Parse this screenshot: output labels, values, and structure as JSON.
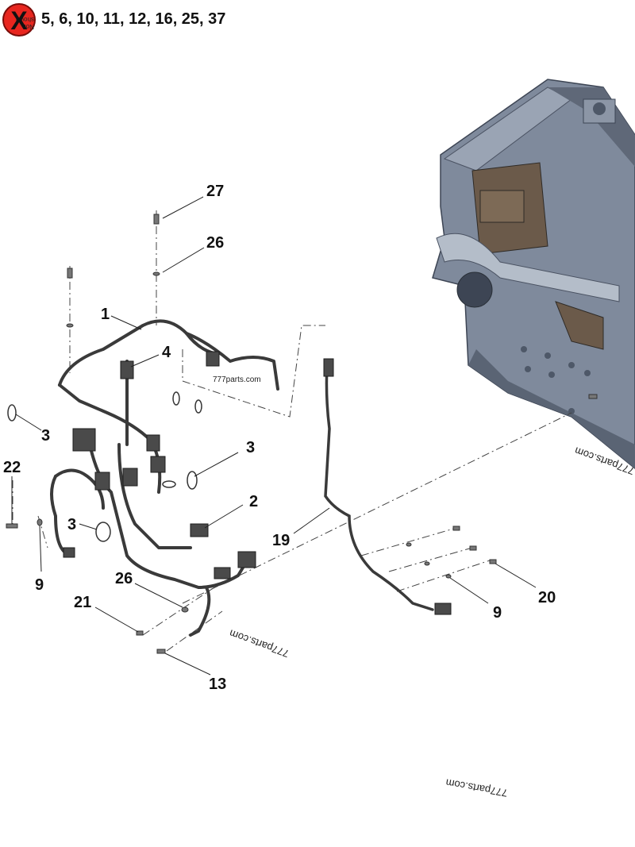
{
  "header": {
    "badge_symbol": "X",
    "badge_small_text": "Not shown",
    "not_shown_parts": "5, 6, 10, 11, 12, 16, 25, 37"
  },
  "callouts": [
    {
      "id": "c27",
      "label": "27"
    },
    {
      "id": "c26a",
      "label": "26"
    },
    {
      "id": "c1",
      "label": "1"
    },
    {
      "id": "c4",
      "label": "4"
    },
    {
      "id": "c3a",
      "label": "3"
    },
    {
      "id": "c3b",
      "label": "3"
    },
    {
      "id": "c22",
      "label": "22"
    },
    {
      "id": "c2",
      "label": "2"
    },
    {
      "id": "c3c",
      "label": "3"
    },
    {
      "id": "c19",
      "label": "19"
    },
    {
      "id": "c9a",
      "label": "9"
    },
    {
      "id": "c26b",
      "label": "26"
    },
    {
      "id": "c21",
      "label": "21"
    },
    {
      "id": "c20",
      "label": "20"
    },
    {
      "id": "c9b",
      "label": "9"
    },
    {
      "id": "c13",
      "label": "13"
    }
  ],
  "watermarks": {
    "upright": "777parts.com",
    "inverted_1": "777parts.com",
    "inverted_2": "777parts.com",
    "inverted_3": "777parts.com"
  },
  "colors": {
    "engine_block": "#7f8a9c",
    "engine_shadow": "#4e5868",
    "harness": "#3a3a3a",
    "badge": "#e8261f"
  }
}
